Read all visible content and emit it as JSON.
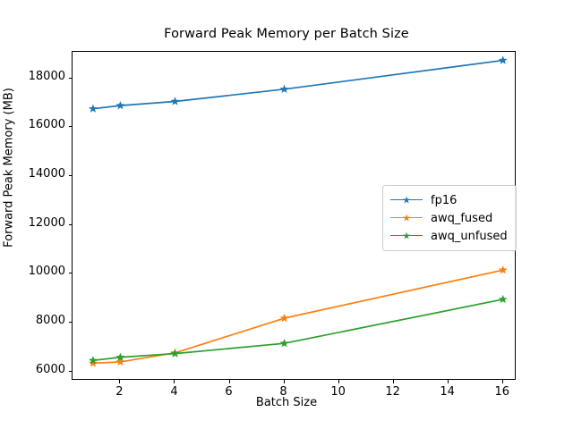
{
  "chart_data": {
    "type": "line",
    "title": "Forward Peak Memory per Batch Size",
    "xlabel": "Batch Size",
    "ylabel": "Forward Peak Memory (MB)",
    "x": [
      1,
      2,
      4,
      8,
      16
    ],
    "xlim": [
      0.25,
      16.5
    ],
    "ylim": [
      5620,
      19080
    ],
    "xticks": [
      2,
      4,
      6,
      8,
      10,
      12,
      14,
      16
    ],
    "xtick_labels": [
      "2",
      "4",
      "6",
      "8",
      "10",
      "12",
      "14",
      "16"
    ],
    "yticks": [
      6000,
      8000,
      10000,
      12000,
      14000,
      16000,
      18000
    ],
    "ytick_labels": [
      "6000",
      "8000",
      "10000",
      "12000",
      "14000",
      "16000",
      "18000"
    ],
    "grid": false,
    "marker": "star",
    "legend_position": "center right",
    "series": [
      {
        "name": "fp16",
        "color": "#1f77b4",
        "values": [
          16750,
          16880,
          17050,
          17550,
          18730
        ]
      },
      {
        "name": "awq_fused",
        "color": "#ff7f0e",
        "values": [
          6340,
          6390,
          6760,
          8180,
          10150
        ]
      },
      {
        "name": "awq_unfused",
        "color": "#2ca02c",
        "values": [
          6450,
          6580,
          6730,
          7150,
          8950
        ]
      }
    ]
  },
  "legend": {
    "entries": [
      {
        "label": "fp16",
        "color": "#1f77b4"
      },
      {
        "label": "awq_fused",
        "color": "#ff7f0e"
      },
      {
        "label": "awq_unfused",
        "color": "#2ca02c"
      }
    ]
  }
}
